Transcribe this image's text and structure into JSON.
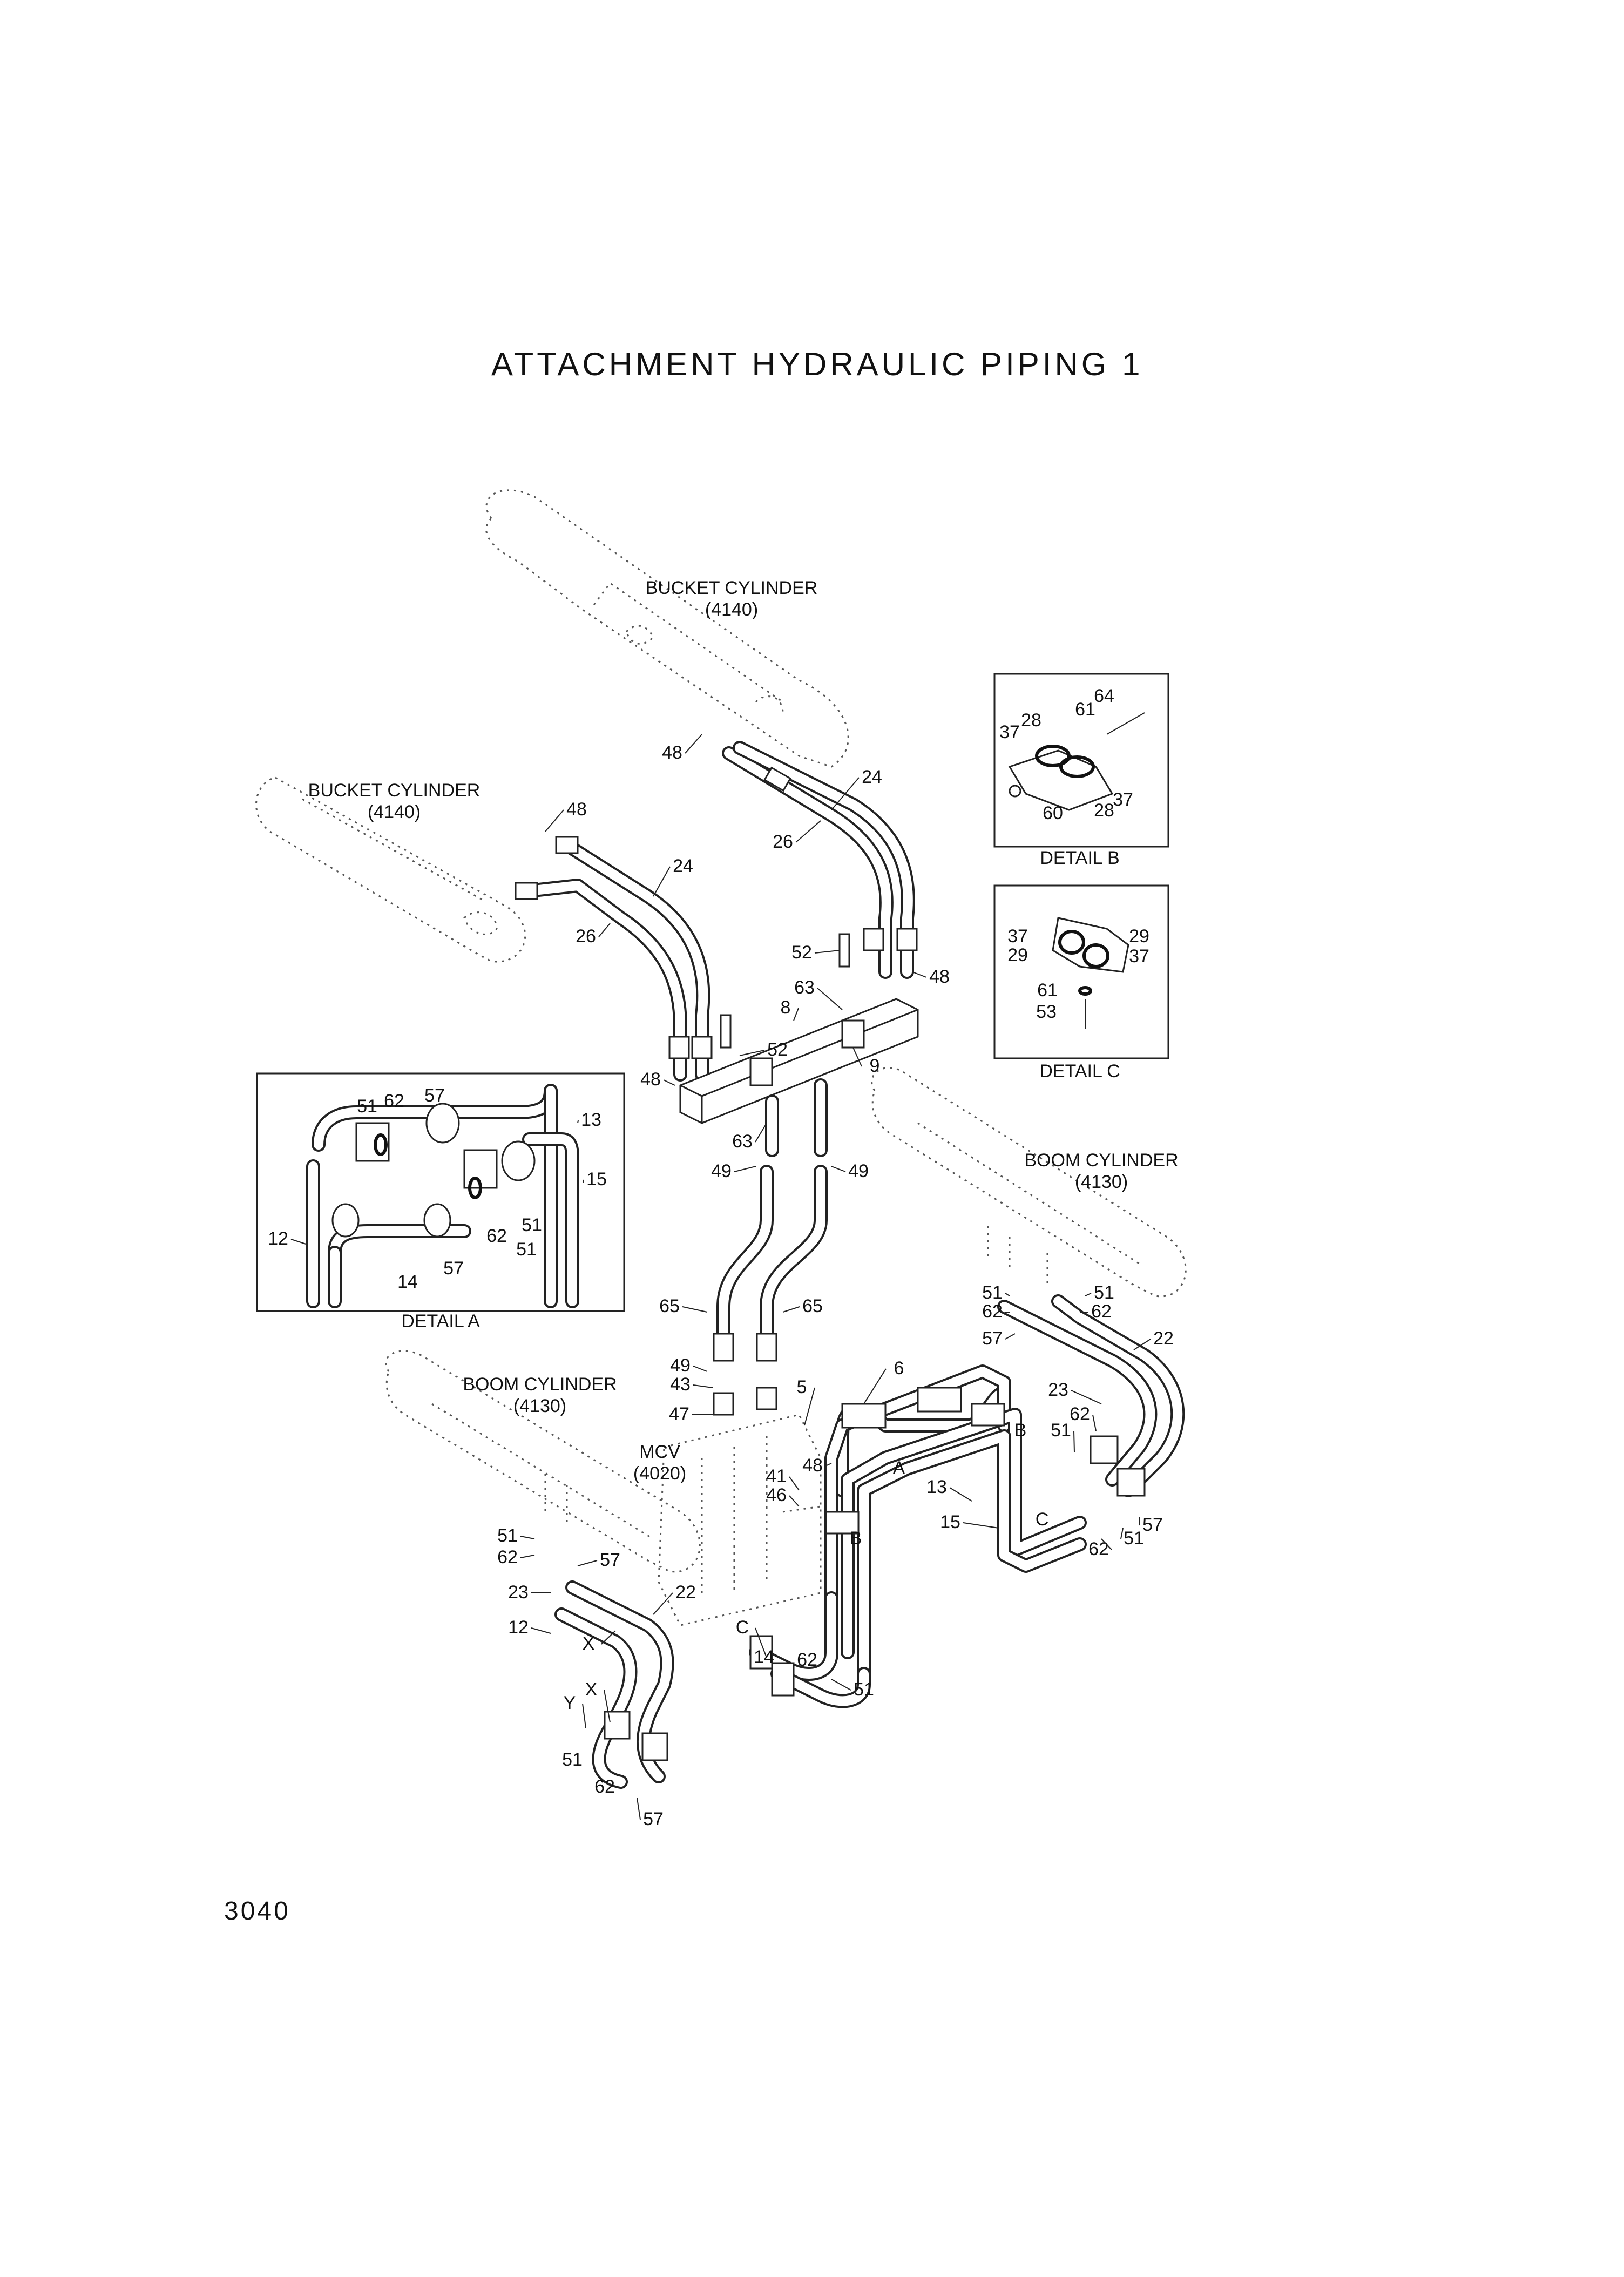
{
  "title": "ATTACHMENT HYDRAULIC PIPING 1",
  "page_number": "3040",
  "components": {
    "bucket_cylinder_upper": {
      "name": "BUCKET CYLINDER",
      "code": "(4140)"
    },
    "bucket_cylinder_left": {
      "name": "BUCKET CYLINDER",
      "code": "(4140)"
    },
    "boom_cylinder_right": {
      "name": "BOOM CYLINDER",
      "code": "(4130)"
    },
    "boom_cylinder_left": {
      "name": "BOOM CYLINDER",
      "code": "(4130)"
    },
    "mcv": {
      "name": "MCV",
      "code": "(4020)"
    }
  },
  "details": {
    "a": {
      "caption": "DETAIL A",
      "callouts": [
        "51",
        "62",
        "57",
        "13",
        "15",
        "51",
        "62",
        "51",
        "12",
        "14",
        "57"
      ]
    },
    "b": {
      "caption": "DETAIL B",
      "callouts": [
        "64",
        "61",
        "37",
        "28",
        "60",
        "28",
        "37"
      ]
    },
    "c": {
      "caption": "DETAIL C",
      "callouts": [
        "37",
        "29",
        "29",
        "37",
        "61",
        "53"
      ]
    }
  },
  "callouts": {
    "main": [
      "48",
      "24",
      "26",
      "48",
      "24",
      "26",
      "52",
      "48",
      "63",
      "8",
      "52",
      "9",
      "48",
      "63",
      "49",
      "49",
      "65",
      "65",
      "49",
      "43",
      "47",
      "41",
      "46",
      "48",
      "5",
      "6",
      "B",
      "A",
      "B",
      "C",
      "13",
      "15",
      "51",
      "62",
      "57",
      "51",
      "62",
      "22",
      "23",
      "62",
      "51",
      "57",
      "51",
      "62",
      "51",
      "62",
      "57",
      "23",
      "22",
      "12",
      "X",
      "C",
      "14",
      "62",
      "51",
      "X",
      "Y",
      "51",
      "62",
      "57"
    ]
  }
}
